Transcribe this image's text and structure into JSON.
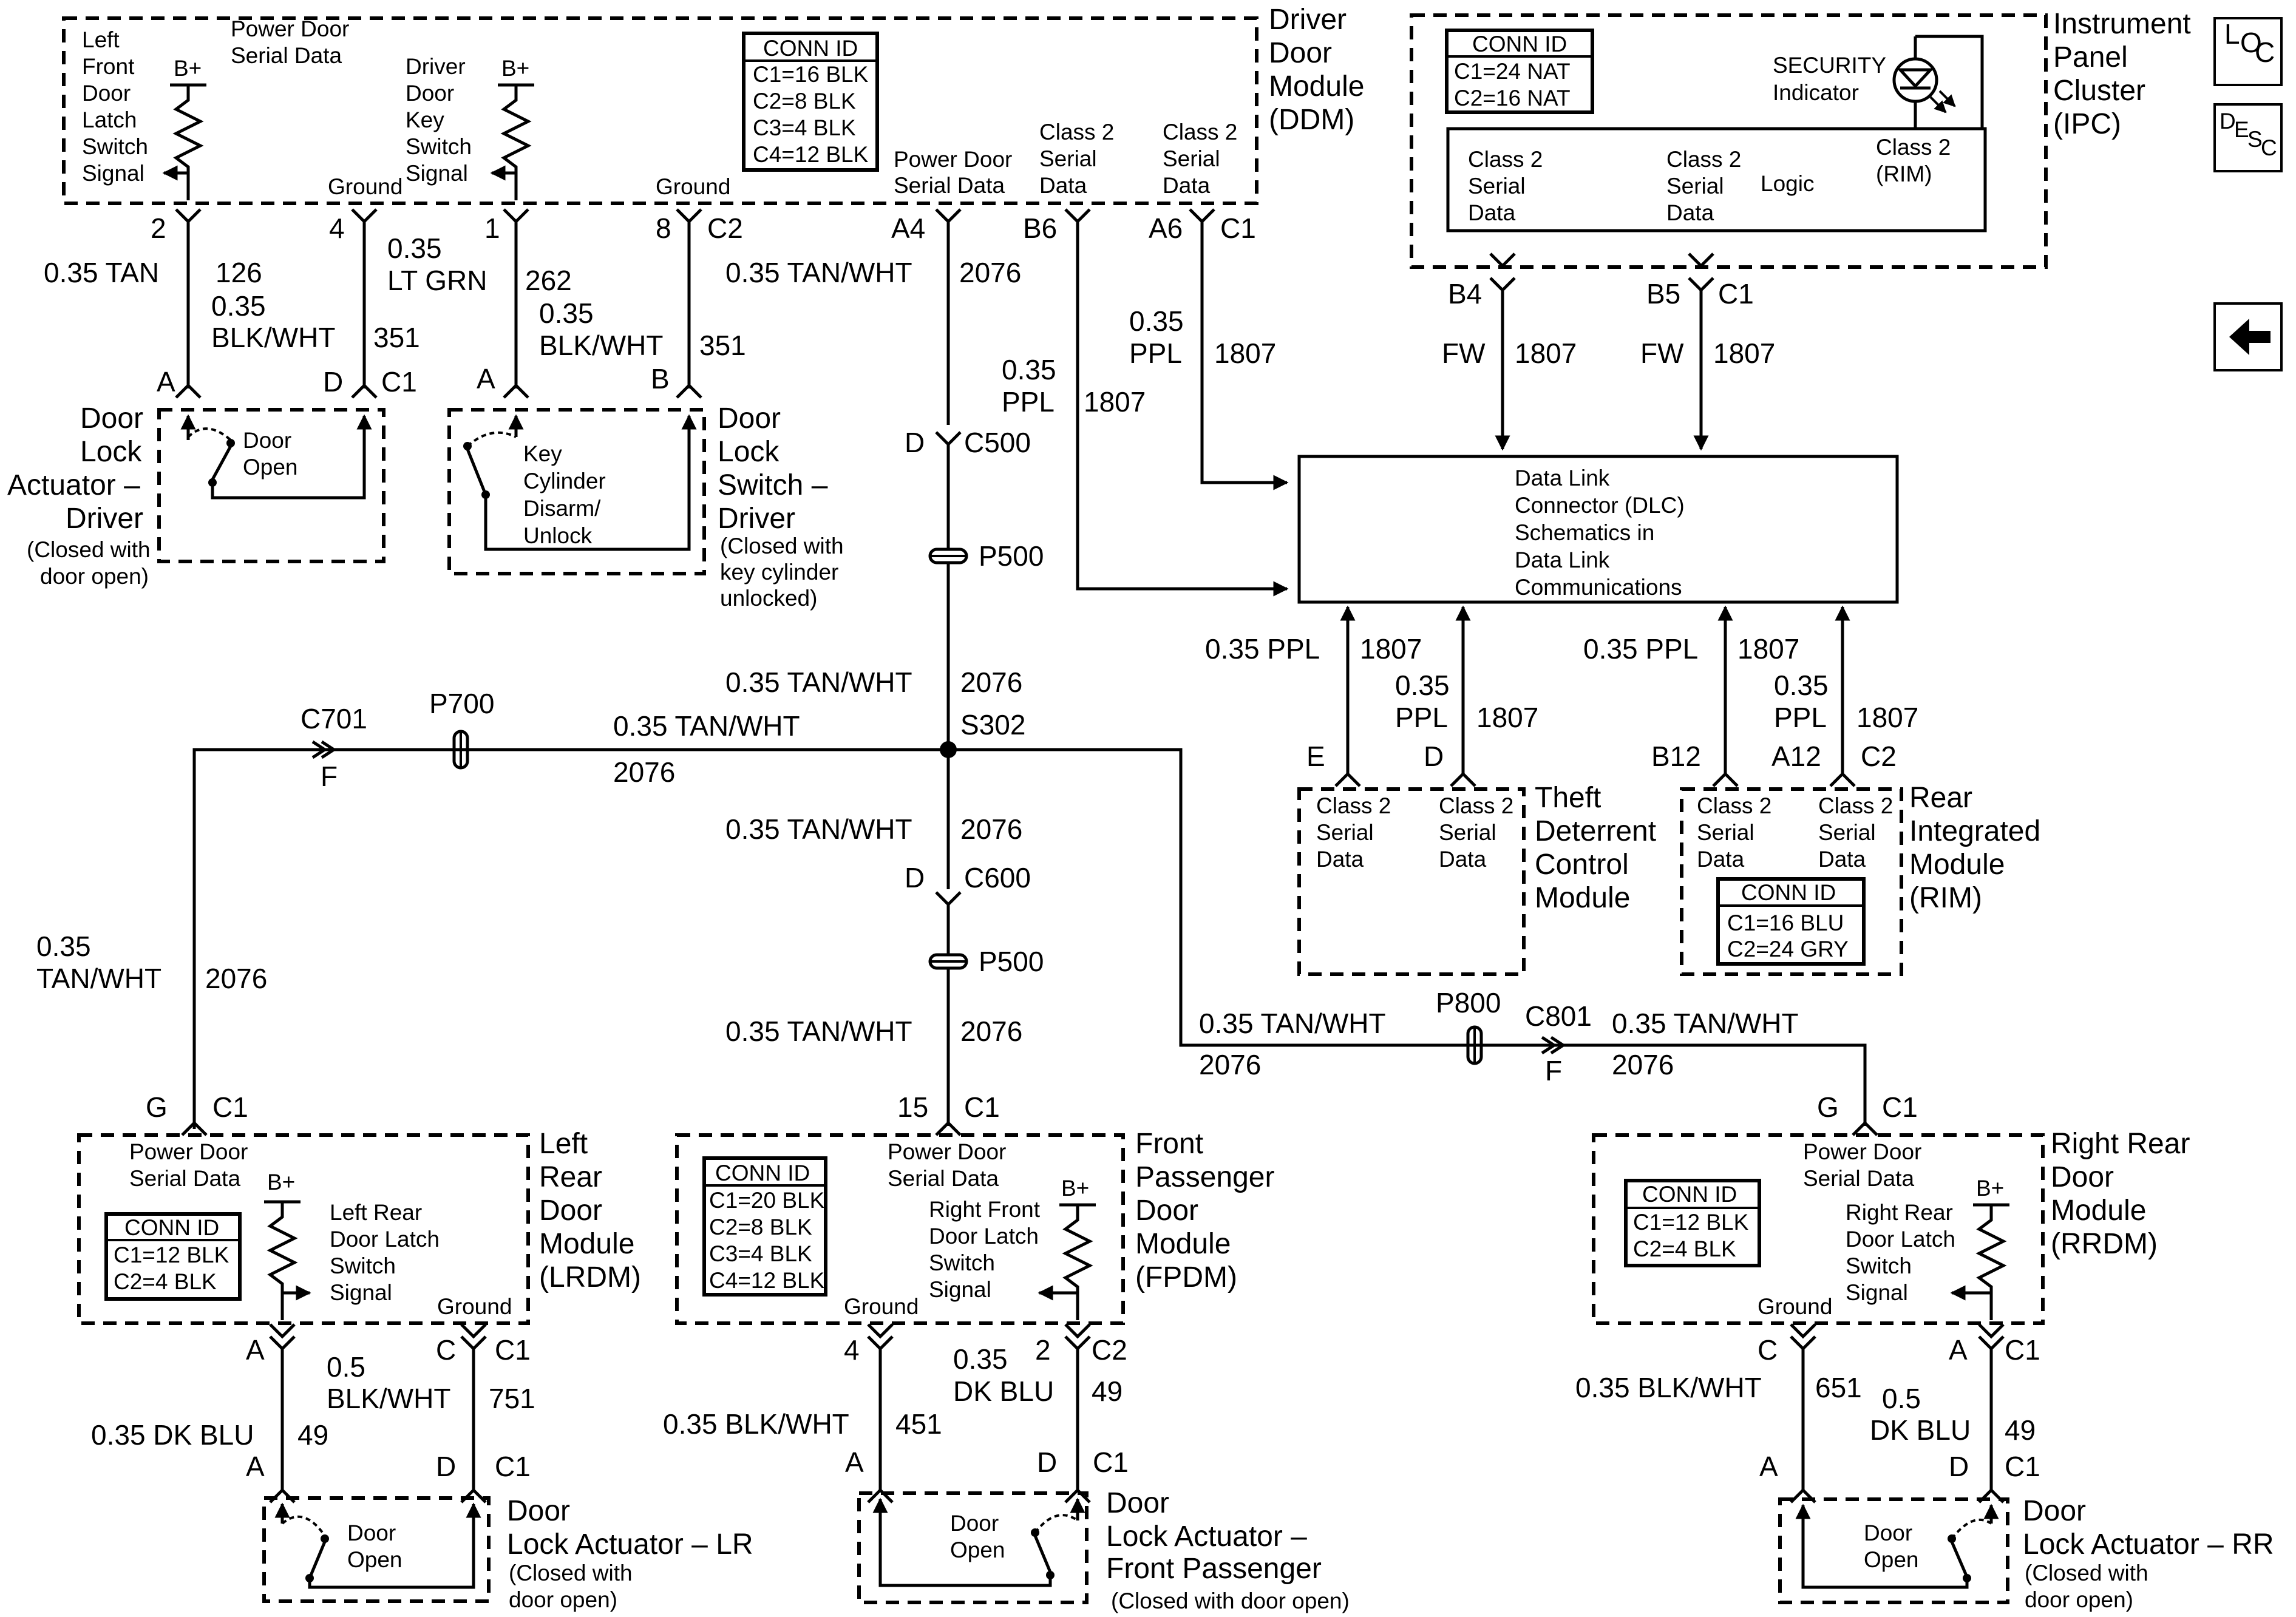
{
  "nav": {
    "loc": "LOC",
    "desc": "DESC",
    "back": "back-arrow"
  },
  "ddm": {
    "title": [
      "Driver",
      "Door",
      "Module",
      "(DDM)"
    ],
    "power_door_serial": [
      "Power Door",
      "Serial Data"
    ],
    "lf_latch": [
      "Left",
      "Front",
      "Door",
      "Latch",
      "Switch",
      "Signal"
    ],
    "key_switch": [
      "Driver",
      "Door",
      "Key",
      "Switch",
      "Signal"
    ],
    "bplus": "B+",
    "ground": "Ground",
    "conn": [
      "CONN ID",
      "C1=16 BLK",
      "C2=8 BLK",
      "C3=4 BLK",
      "C4=12 BLK"
    ],
    "pds_a4": [
      "Power Door",
      "Serial Data"
    ],
    "class2_b6": [
      "Class 2",
      "Serial",
      "Data"
    ],
    "class2_a6": [
      "Class 2",
      "Serial",
      "Data"
    ],
    "pins": {
      "p2": "2",
      "p4": "4",
      "p1": "1",
      "p8": "8",
      "c2": "C2",
      "a4": "A4",
      "b6": "B6",
      "a6": "A6",
      "c1": "C1"
    }
  },
  "wires_top": {
    "w126": [
      "0.35 TAN",
      "126"
    ],
    "w351a": [
      "0.35",
      "BLK/WHT",
      "351"
    ],
    "w262": [
      "0.35",
      "LT GRN",
      "262"
    ],
    "w351b": [
      "0.35",
      "BLK/WHT",
      "351"
    ],
    "w2076": [
      "0.35 TAN/WHT",
      "2076"
    ],
    "w1807a": [
      "0.35",
      "PPL",
      "1807"
    ],
    "w1807b": [
      "0.35",
      "PPL",
      "1807"
    ]
  },
  "dla_driver": {
    "title": [
      "Door",
      "Lock",
      "Actuator –",
      "Driver"
    ],
    "note": [
      "(Closed with",
      "door open)"
    ],
    "switch_label": [
      "Door",
      "Open"
    ],
    "pins": {
      "a": "A",
      "d": "D",
      "c1": "C1"
    }
  },
  "dls_driver": {
    "title": [
      "Door",
      "Lock",
      "Switch –",
      "Driver"
    ],
    "note": [
      "(Closed with",
      "key cylinder",
      "unlocked)"
    ],
    "switch_label": [
      "Key",
      "Cylinder",
      "Disarm/",
      "Unlock"
    ],
    "pins": {
      "a": "A",
      "b": "B"
    }
  },
  "ipc": {
    "title": [
      "Instrument",
      "Panel",
      "Cluster",
      "(IPC)"
    ],
    "conn": [
      "CONN ID",
      "C1=24 NAT",
      "C2=16 NAT"
    ],
    "security": [
      "SECURITY",
      "Indicator"
    ],
    "class2_1": [
      "Class 2",
      "Serial",
      "Data"
    ],
    "class2_2": [
      "Class 2",
      "Serial",
      "Data"
    ],
    "logic": "Logic",
    "class2_rim": [
      "Class 2",
      "(RIM)"
    ],
    "pins": {
      "b4": "B4",
      "b5": "B5",
      "c1": "C1"
    },
    "wire_a": [
      "FW",
      "1807"
    ],
    "wire_b": [
      "FW",
      "1807"
    ]
  },
  "dlc": {
    "text": [
      "Data Link",
      "Connector (DLC)",
      "Schematics in",
      "Data Link",
      "Communications"
    ]
  },
  "tdcm": {
    "title": [
      "Theft",
      "Deterrent",
      "Control",
      "Module"
    ],
    "left": [
      "Class 2",
      "Serial",
      "Data"
    ],
    "right": [
      "Class 2",
      "Serial",
      "Data"
    ],
    "pins": {
      "e": "E",
      "d": "D"
    },
    "wire_e": [
      "0.35 PPL",
      "1807"
    ],
    "wire_d": [
      "0.35",
      "PPL",
      "1807"
    ]
  },
  "rim": {
    "title": [
      "Rear",
      "Integrated",
      "Module",
      "(RIM)"
    ],
    "left": [
      "Class 2",
      "Serial",
      "Data"
    ],
    "right": [
      "Class 2",
      "Serial",
      "Data"
    ],
    "conn": [
      "CONN ID",
      "C1=16 BLU",
      "C2=24 GRY"
    ],
    "pins": {
      "b12": "B12",
      "a12": "A12",
      "c2": "C2"
    },
    "wire_b12": [
      "0.35 PPL",
      "1807"
    ],
    "wire_a12": [
      "0.35",
      "PPL",
      "1807"
    ]
  },
  "center": {
    "d_c500": [
      "D",
      "C500"
    ],
    "p500a": "P500",
    "w2076_mid": [
      "0.35 TAN/WHT",
      "2076"
    ],
    "s302": "S302",
    "w2076_below": [
      "0.35 TAN/WHT",
      "2076"
    ],
    "d_c600": [
      "D",
      "C600"
    ],
    "p500b": "P500",
    "w2076_low": [
      "0.35 TAN/WHT",
      "2076"
    ],
    "pins_fpdm": [
      "15",
      "C1"
    ]
  },
  "left_branch": {
    "c701": "C701",
    "f": "F",
    "p700": "P700",
    "wire": [
      "0.35 TAN/WHT",
      "2076"
    ],
    "wire_v": [
      "0.35",
      "TAN/WHT",
      "2076"
    ],
    "pins": [
      "G",
      "C1"
    ]
  },
  "right_branch": {
    "wire1": [
      "0.35 TAN/WHT",
      "2076"
    ],
    "p800": "P800",
    "c801": "C801",
    "f": "F",
    "wire2": [
      "0.35 TAN/WHT",
      "2076"
    ],
    "pins": [
      "G",
      "C1"
    ]
  },
  "lrdm": {
    "title": [
      "Left",
      "Rear",
      "Door",
      "Module",
      "(LRDM)"
    ],
    "pds": [
      "Power Door",
      "Serial Data"
    ],
    "conn": [
      "CONN ID",
      "C1=12 BLK",
      "C2=4 BLK"
    ],
    "latch": [
      "Left Rear",
      "Door Latch",
      "Switch",
      "Signal"
    ],
    "bplus": "B+",
    "ground": "Ground",
    "pins": {
      "a": "A",
      "c": "C",
      "c1": "C1",
      "a2": "A",
      "d": "D",
      "c1b": "C1"
    },
    "wire_blk": [
      "0.5",
      "BLK/WHT",
      "751"
    ],
    "wire_blu": [
      "0.35 DK BLU",
      "49"
    ]
  },
  "dla_lr": {
    "title": [
      "Door",
      "Lock Actuator – LR"
    ],
    "note": [
      "(Closed with",
      "door open)"
    ],
    "switch_label": [
      "Door",
      "Open"
    ]
  },
  "fpdm": {
    "title": [
      "Front",
      "Passenger",
      "Door",
      "Module",
      "(FPDM)"
    ],
    "pds": [
      "Power Door",
      "Serial Data"
    ],
    "conn": [
      "CONN ID",
      "C1=20 BLK",
      "C2=8 BLK",
      "C3=4 BLK",
      "C4=12 BLK"
    ],
    "latch": [
      "Right Front",
      "Door Latch",
      "Switch",
      "Signal"
    ],
    "bplus": "B+",
    "ground": "Ground",
    "pins": {
      "p4": "4",
      "p2": "2",
      "c2": "C2",
      "a": "A",
      "d": "D",
      "c1": "C1"
    },
    "wire_blk": [
      "0.35 BLK/WHT",
      "451"
    ],
    "wire_blu": [
      "0.35",
      "DK BLU",
      "49"
    ]
  },
  "dla_fp": {
    "title": [
      "Door",
      "Lock Actuator –",
      "Front Passenger"
    ],
    "note": "(Closed with door open)",
    "switch_label": [
      "Door",
      "Open"
    ]
  },
  "rrdm": {
    "title": [
      "Right Rear",
      "Door",
      "Module",
      "(RRDM)"
    ],
    "pds": [
      "Power Door",
      "Serial Data"
    ],
    "conn": [
      "CONN ID",
      "C1=12 BLK",
      "C2=4 BLK"
    ],
    "latch": [
      "Right Rear",
      "Door Latch",
      "Switch",
      "Signal"
    ],
    "bplus": "B+",
    "ground": "Ground",
    "pins": {
      "c": "C",
      "a": "A",
      "c1": "C1",
      "a2": "A",
      "d": "D",
      "c1b": "C1"
    },
    "wire_blk": [
      "0.35 BLK/WHT",
      "651"
    ],
    "wire_blu": [
      "0.5",
      "DK BLU",
      "49"
    ]
  },
  "dla_rr": {
    "title": [
      "Door",
      "Lock Actuator – RR"
    ],
    "note": [
      "(Closed with",
      "door open)"
    ],
    "switch_label": [
      "Door",
      "Open"
    ]
  }
}
